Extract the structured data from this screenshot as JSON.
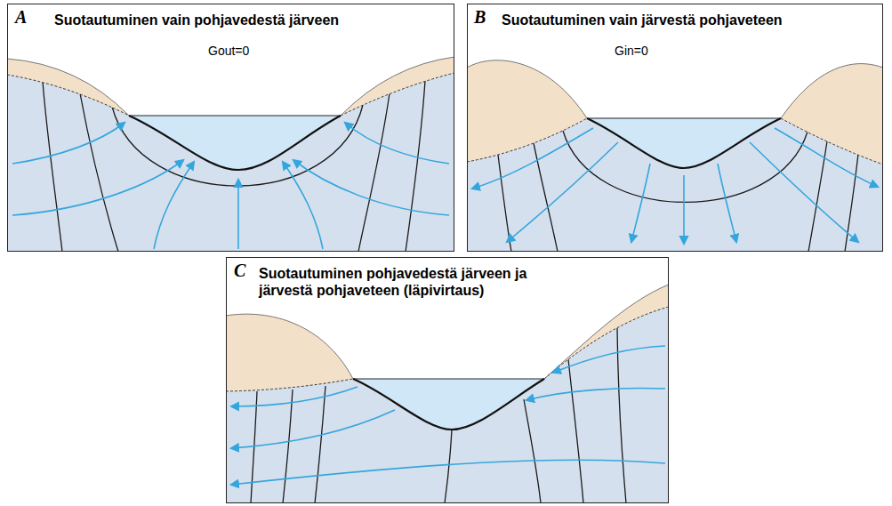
{
  "diagram": {
    "nodes": [
      {
        "text": [
          "A",
          "Suotautuminen vain pohjavedestä järveen",
          "Gout=0"
        ]
      },
      {
        "text": [
          "B",
          "Suotautuminen vain järvestä pohjaveteen",
          "Gin=0"
        ]
      },
      {
        "text": [
          "C",
          "Suotautuminen pohjavedestä järveen ja järvestä pohjaveteen (läpivirtaus)"
        ]
      }
    ]
  }
}
